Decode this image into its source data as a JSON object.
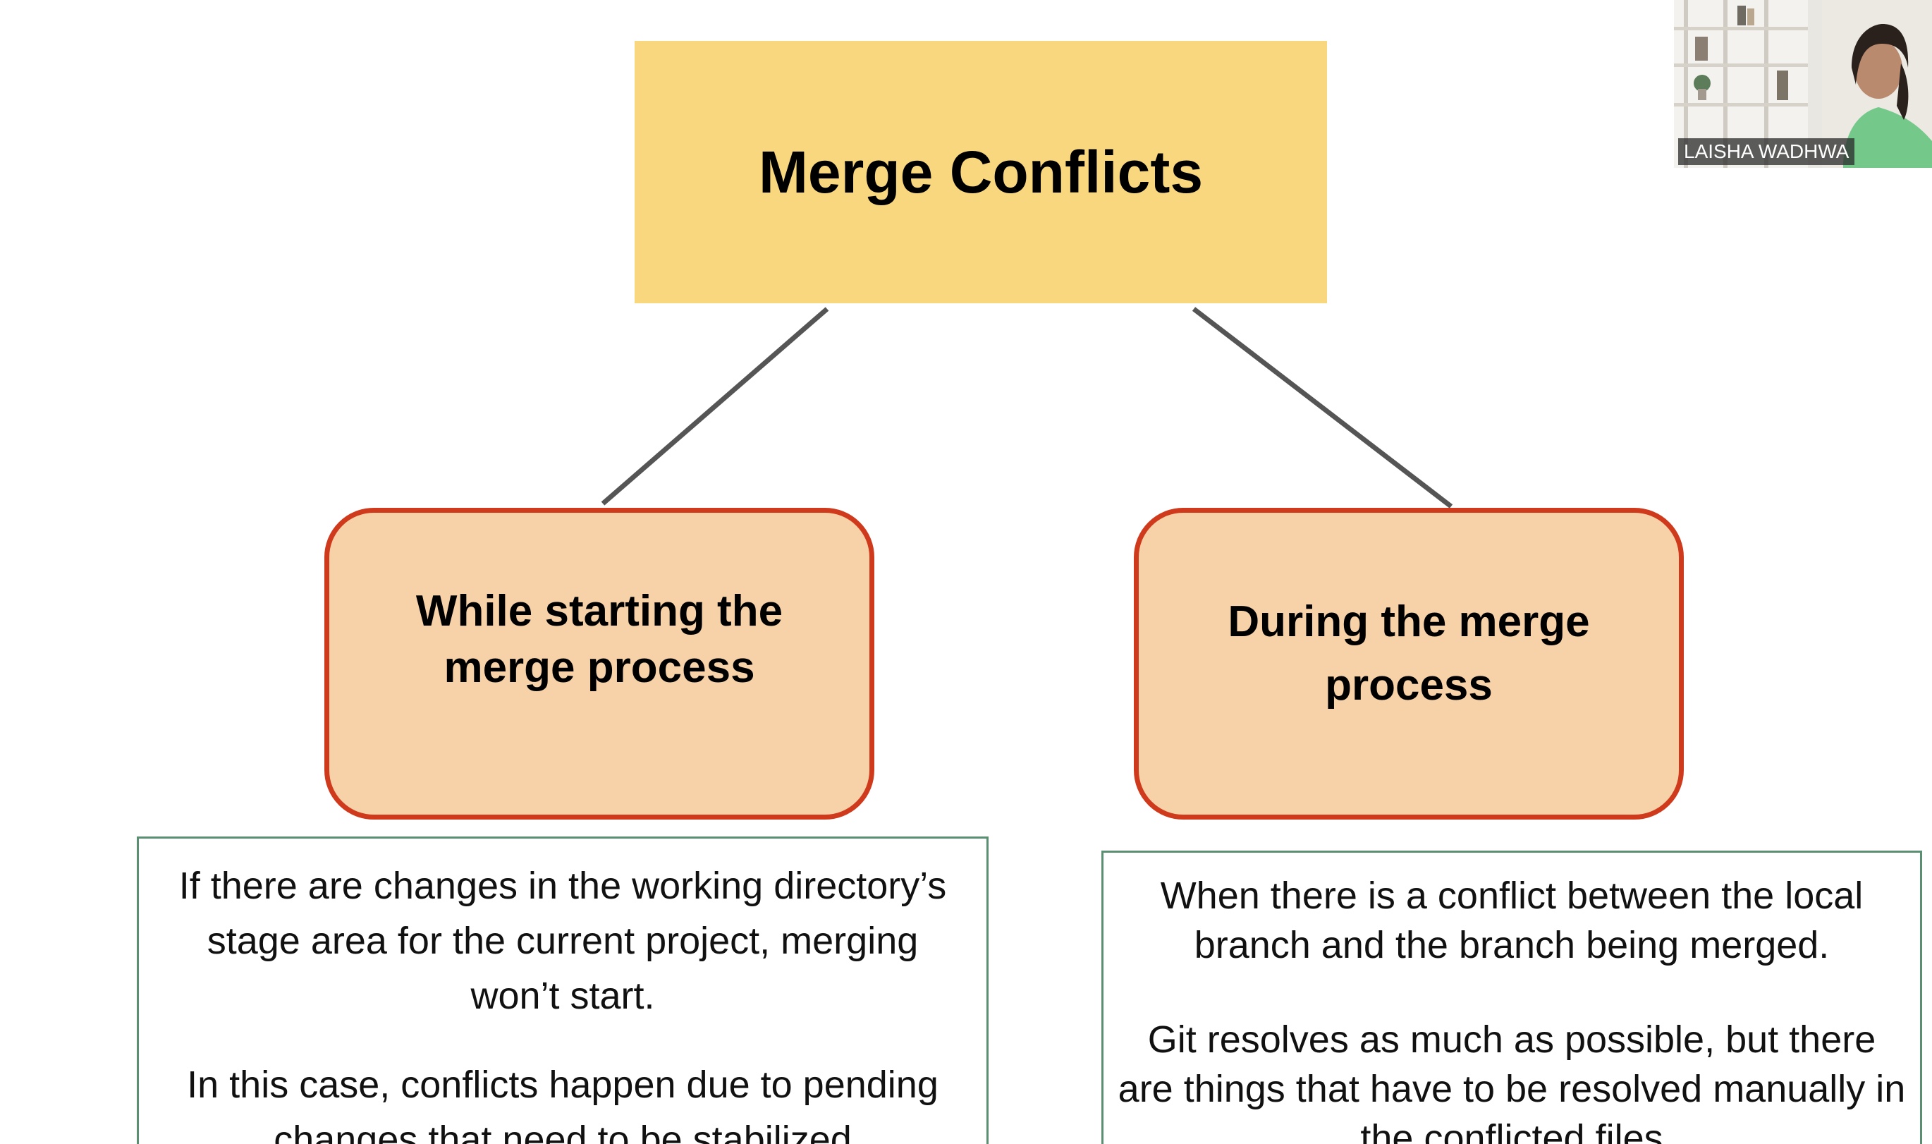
{
  "diagram": {
    "title": "Merge Conflicts",
    "branches": [
      {
        "label": "While starting the merge process",
        "description": [
          "If there are changes in the working directory’s stage area for the current project, merging won’t start.",
          "In this case, conflicts happen due to pending changes that need to be stabilized"
        ]
      },
      {
        "label": "During the merge process",
        "description": [
          "When there is a conflict between the local branch and the branch being merged.",
          "Git resolves as much as possible, but there are things that have to be resolved manually in the conflicted files"
        ]
      }
    ]
  },
  "webcam": {
    "name": "LAISHA WADHWA"
  },
  "colors": {
    "title_fill": "#f9d77e",
    "branch_fill": "#f7d2a8",
    "branch_border": "#d03a1c",
    "desc_border": "#5b8f71",
    "connector": "#555555"
  }
}
